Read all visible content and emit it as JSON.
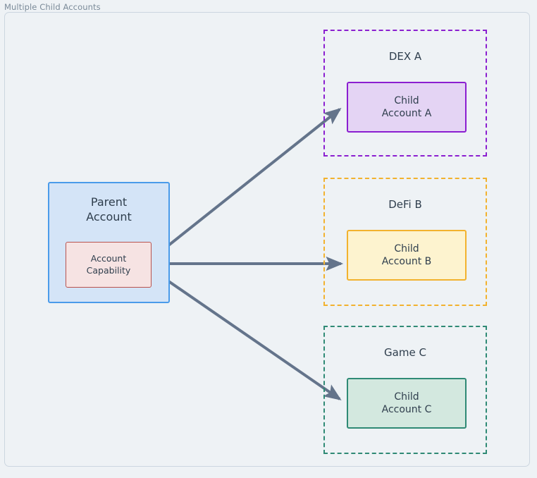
{
  "frame": {
    "title": "Multiple Child Accounts",
    "border_color": "#ccd6e0",
    "background": "#eef2f5"
  },
  "colors": {
    "text": "#2f3e4d",
    "title_text": "#7b8b99",
    "arrow": "#64748b",
    "parent_fill": "#d4e4f7",
    "parent_stroke": "#4a9bea",
    "capability_fill": "#f6e3e3",
    "capability_stroke": "#b9534f",
    "dex_stroke": "#8b1fd0",
    "dex_fill": "#e4d4f4",
    "defi_stroke": "#f2b22e",
    "defi_fill": "#fdf3cf",
    "game_stroke": "#2f8a75",
    "game_fill": "#d3e8df"
  },
  "parent": {
    "title_line1": "Parent",
    "title_line2": "Account",
    "capability_line1": "Account",
    "capability_line2": "Capability"
  },
  "groups": [
    {
      "id": "dex-a",
      "label": "DEX A",
      "child_line1": "Child",
      "child_line2": "Account A"
    },
    {
      "id": "defi-b",
      "label": "DeFi B",
      "child_line1": "Child",
      "child_line2": "Account B"
    },
    {
      "id": "game-c",
      "label": "Game C",
      "child_line1": "Child",
      "child_line2": "Account C"
    }
  ],
  "arrows": [
    {
      "id": "arrow-to-child-a",
      "from": "account-capability",
      "to": "child-account-a"
    },
    {
      "id": "arrow-to-child-b",
      "from": "account-capability",
      "to": "child-account-b"
    },
    {
      "id": "arrow-to-child-c",
      "from": "account-capability",
      "to": "child-account-c"
    }
  ]
}
